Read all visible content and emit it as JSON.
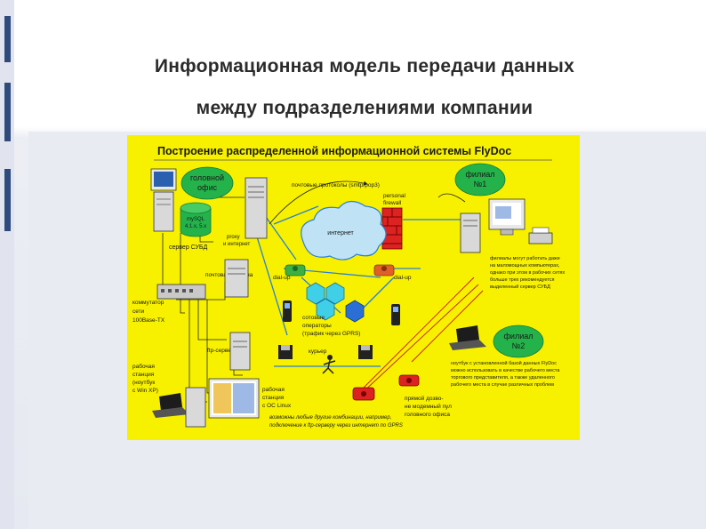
{
  "slide": {
    "title_line1": "Информационная модель передачи данных",
    "title_line2": "между подразделениями компании"
  },
  "diagram": {
    "heading": "Построение распределенной информационной системы FlyDoc",
    "head_office": [
      "головной",
      "офис"
    ],
    "db_label": [
      "mySQL",
      "4.1.x, 5.x"
    ],
    "server_label": "сервер СУБД",
    "proxy_label": [
      "proxy",
      "и интернет"
    ],
    "mail_protocol": "почтовые протоколы (smtp/pop3)",
    "firewall_label": [
      "personal",
      "firewall"
    ],
    "internet_label": "интернет",
    "branch1": [
      "филиал",
      "№1"
    ],
    "branch1_note": [
      "филиалы могут работать даже",
      "на маломощных компьютерах,",
      "однако при этом в рабочих сетях",
      "больше трех рекомендуется",
      "выделенный сервер СУБД"
    ],
    "mail_machine": "почтовая машина",
    "dialup_left": "dial-up",
    "dialup_right": "dial-up",
    "switch_label": [
      "коммутатор",
      "сети",
      "100Base-TX"
    ],
    "cellular": [
      "сотовые",
      "операторы",
      "(трафик через GPRS)"
    ],
    "ftp_server": "ftp-сервер",
    "courier": "курьер",
    "workstation_laptop": [
      "рабочая",
      "станция",
      "(ноутбук",
      "с Win XP)"
    ],
    "workstation_linux": [
      "рабочая",
      "станция",
      "с OC Linux"
    ],
    "direct_dialup": [
      "прямой дозво-",
      "не модемный пул",
      "головного офиса"
    ],
    "branch2": [
      "филиал",
      "№2"
    ],
    "branch2_note": [
      "ноутбук с установленной базой данных FlyDoc",
      "можно использовать в качестве рабочего места",
      "торгового представителя, а также удаленного",
      "рабочего места в случае различных проблем"
    ],
    "footer_note": [
      "возможны любые другие комбинации, например,",
      "подключение к ftp-серверу через интернет по GPRS"
    ]
  }
}
